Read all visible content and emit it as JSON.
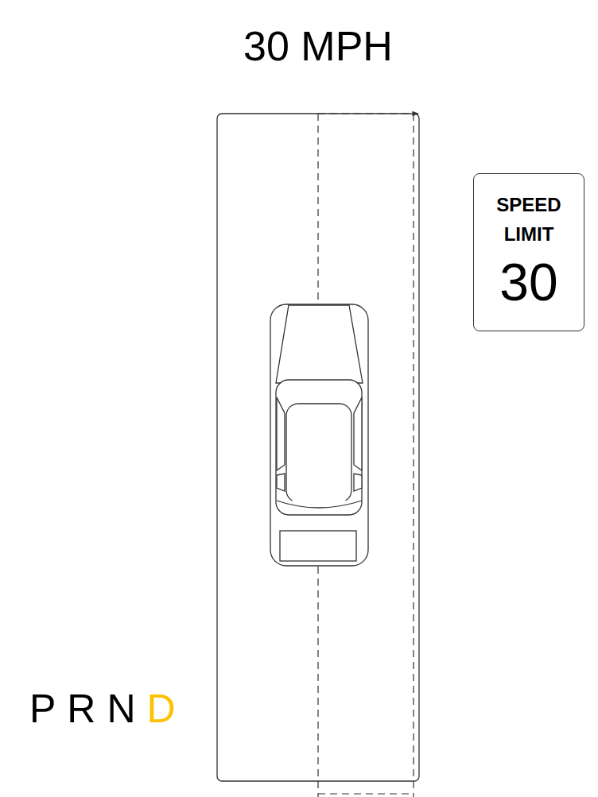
{
  "diagram": {
    "title": "30 MPH",
    "nodes": [
      {
        "text": [
          "SPEED LIMIT",
          "30"
        ]
      }
    ],
    "labels": [
      "P",
      "R",
      "N",
      "D"
    ]
  }
}
